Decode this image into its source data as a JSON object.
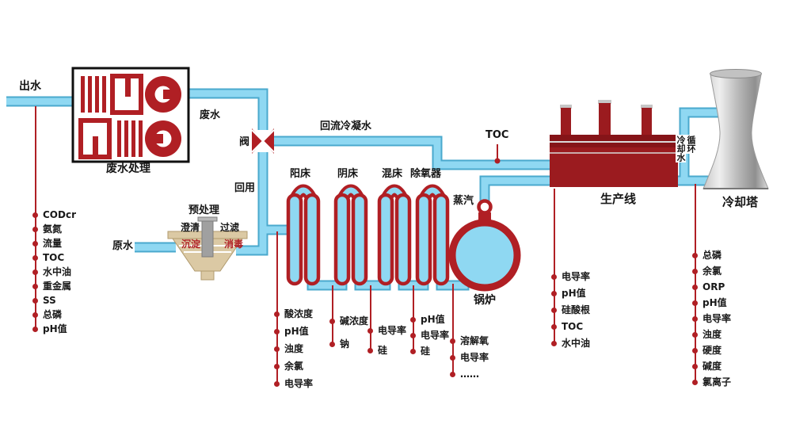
{
  "labels": {
    "outlet": "出水",
    "wastewater_plant": "废水处理",
    "wastewater": "废水",
    "valve": "阀",
    "condensate_return": "回流冷凝水",
    "reuse": "回用",
    "toc": "TOC",
    "steam": "蒸汽",
    "production_line": "生产线",
    "circulating_1": "循环",
    "circulating_2": "冷却水",
    "cooling_tower": "冷却塔",
    "pretreatment": "预处理",
    "clarify": "澄清",
    "filter": "过滤",
    "settle": "沉淀",
    "disinfect": "消毒",
    "raw_water": "原水",
    "cation_bed": "阳床",
    "anion_bed": "阴床",
    "mixed_bed": "混床",
    "deaerator": "除氧器",
    "boiler": "锅炉"
  },
  "measurements": {
    "effluent": [
      "CODcr",
      "氨氮",
      "流量",
      "TOC",
      "水中油",
      "重金属",
      "SS",
      "总磷",
      "pH值"
    ],
    "cation_bed_outlet": [
      "酸浓度",
      "pH值",
      "浊度",
      "余氯",
      "电导率"
    ],
    "anion_bed_outlet": [
      "碱浓度",
      "钠"
    ],
    "polish_outlet": [
      "电导率",
      "硅"
    ],
    "mixed_bed_outlet": [
      "pH值",
      "电导率",
      "硅"
    ],
    "boiler_feed": [
      "溶解氧",
      "电导率",
      "……"
    ],
    "boiler_water": [
      "电导率",
      "pH值",
      "硅酸根",
      "TOC",
      "水中油"
    ],
    "cooling_water": [
      "总磷",
      "余氯",
      "ORP",
      "pH值",
      "电导率",
      "浊度",
      "硬度",
      "碱度",
      "氯离子"
    ]
  },
  "colors": {
    "pipe_fill": "#8fd8f2",
    "pipe_edge": "#4aa9cd",
    "red": "#b01f24",
    "dark_red": "#9b1b1f"
  }
}
